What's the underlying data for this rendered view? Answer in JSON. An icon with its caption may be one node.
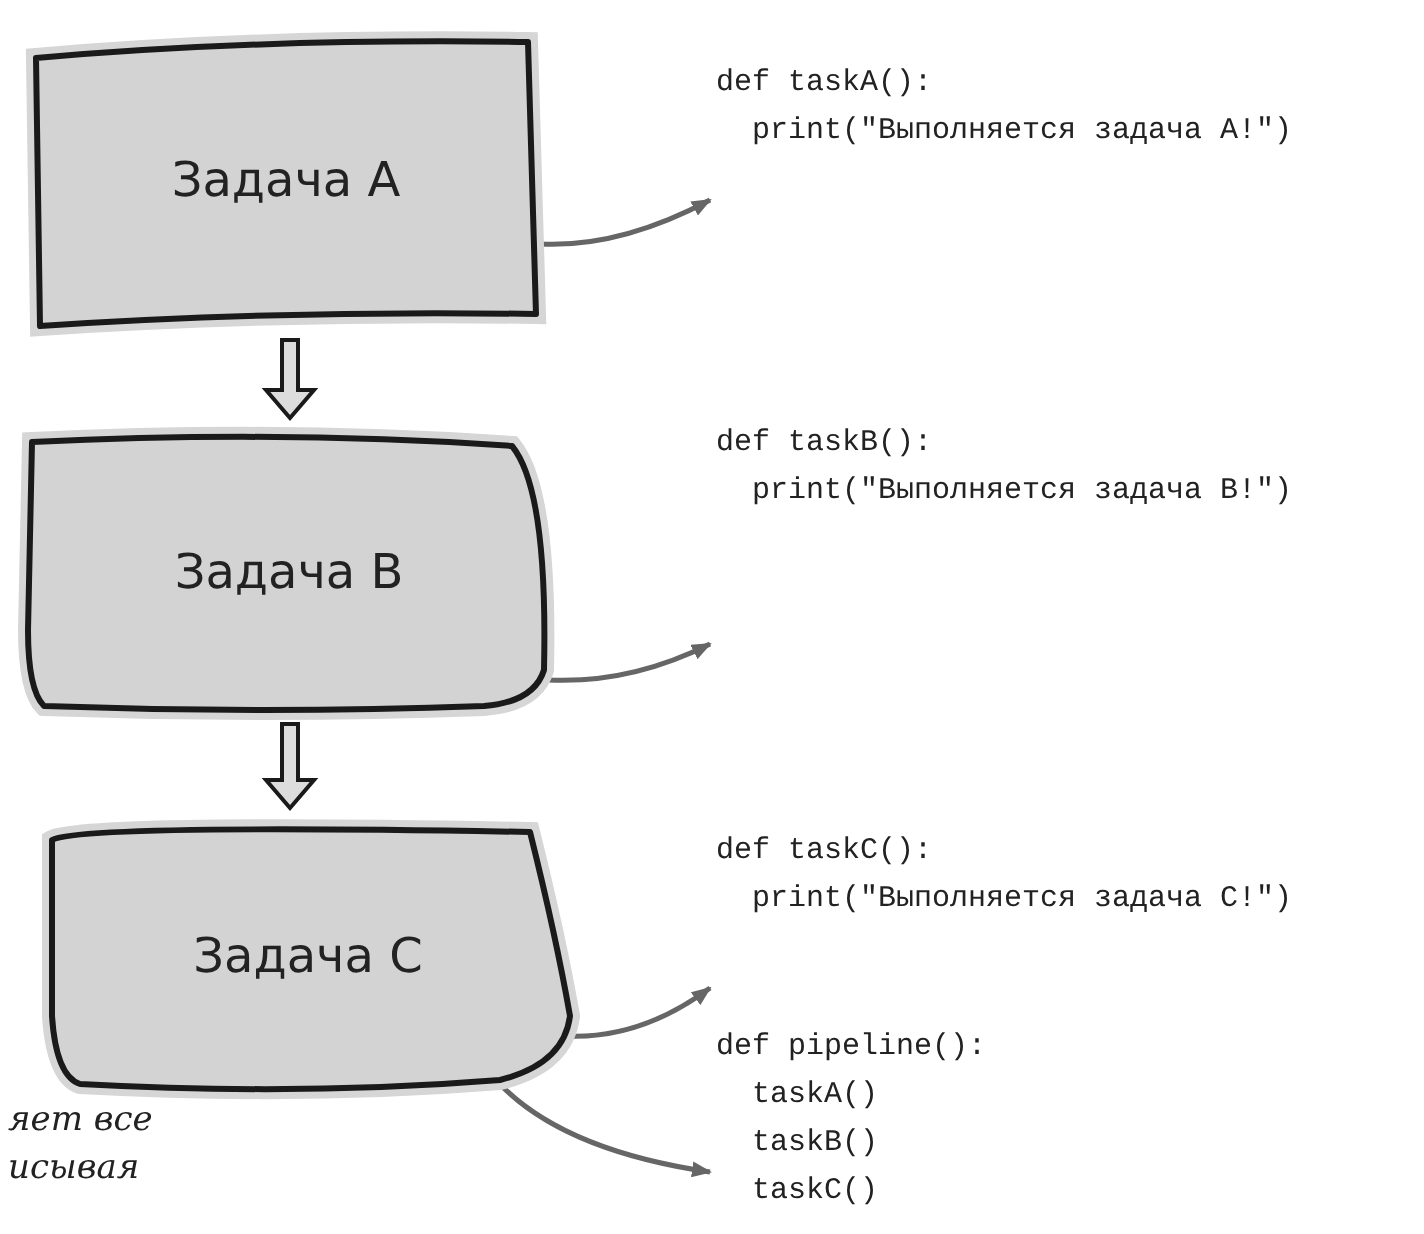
{
  "diagram": {
    "nodes": [
      {
        "text": [
          "Задача A"
        ]
      },
      {
        "text": [
          "Задача B"
        ]
      },
      {
        "text": [
          "Задача C"
        ]
      },
      {
        "text": [
          "def taskA():",
          "print(\"Выполняется задача A!\")"
        ]
      },
      {
        "text": [
          "def taskB():",
          "print(\"Выполняется задача B!\")"
        ]
      },
      {
        "text": [
          "def taskC():",
          "print(\"Выполняется задача C!\")"
        ]
      },
      {
        "text": [
          "def pipeline():",
          "taskA()",
          "taskB()",
          "taskC()"
        ]
      }
    ],
    "edges": [
      {
        "from": 0,
        "to": 1,
        "arrow": "to",
        "style": "thick"
      },
      {
        "from": 1,
        "to": 2,
        "arrow": "to",
        "style": "thick"
      },
      {
        "from": 0,
        "to": 3,
        "arrow": "to"
      },
      {
        "from": 1,
        "to": 4,
        "arrow": "to"
      },
      {
        "from": 2,
        "to": 5,
        "arrow": "to"
      },
      {
        "from": 2,
        "to": 6,
        "arrow": "to"
      }
    ],
    "labels": [
      "яет все",
      "исывая"
    ]
  }
}
